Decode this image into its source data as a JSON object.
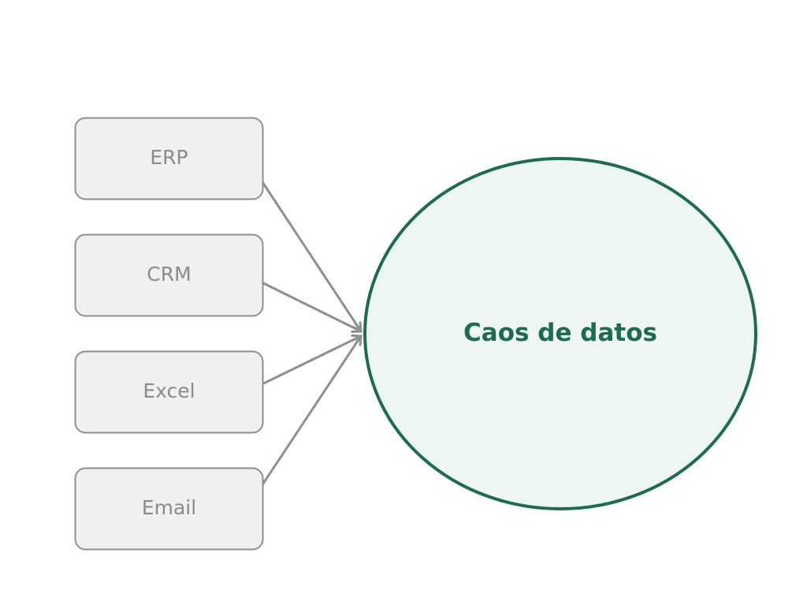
{
  "diagram": {
    "sources": [
      {
        "label": "ERP"
      },
      {
        "label": "CRM"
      },
      {
        "label": "Excel"
      },
      {
        "label": "Email"
      }
    ],
    "target": {
      "label": "Caos de datos"
    }
  },
  "colors": {
    "source_fill": "#f0f0f0",
    "source_stroke": "#8f8f8f",
    "source_text": "#8a8a8a",
    "arrow": "#8f8f8f",
    "target_fill": "#edf6f2",
    "target_stroke": "#1e6b50",
    "target_text": "#1e6b50"
  }
}
